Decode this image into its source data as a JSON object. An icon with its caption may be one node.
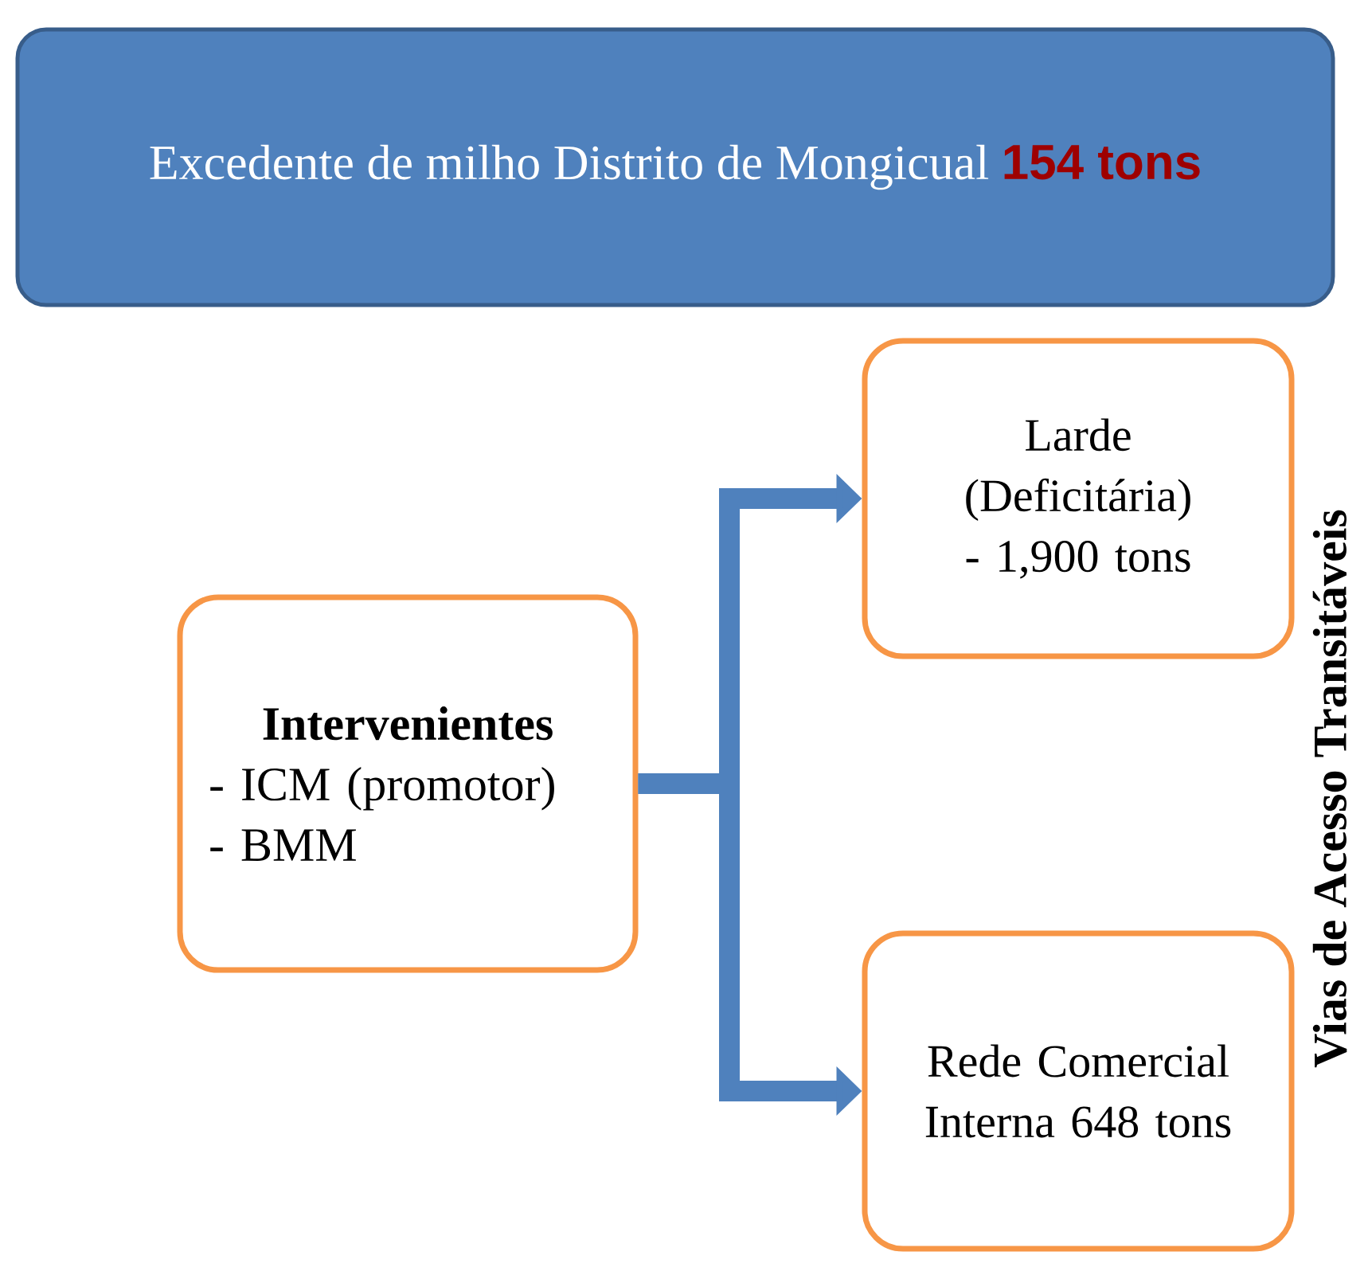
{
  "diagram": {
    "nodes": [
      {
        "text": [
          "Excedente de milho Distrito de Mongicual",
          "154 tons"
        ]
      },
      {
        "text": [
          "Intervenientes",
          "- ICM (promotor)",
          "- BMM"
        ]
      },
      {
        "text": [
          "Larde (Deficitária) - 1,900 tons"
        ]
      },
      {
        "text": [
          "Rede Comercial Interna 648 tons"
        ]
      }
    ],
    "edges": [
      {
        "from": 1,
        "to": 2,
        "arrow": "to"
      },
      {
        "from": 1,
        "to": 3,
        "arrow": "to"
      }
    ],
    "labels": [
      "Vias de Acesso Transitáveis"
    ]
  }
}
